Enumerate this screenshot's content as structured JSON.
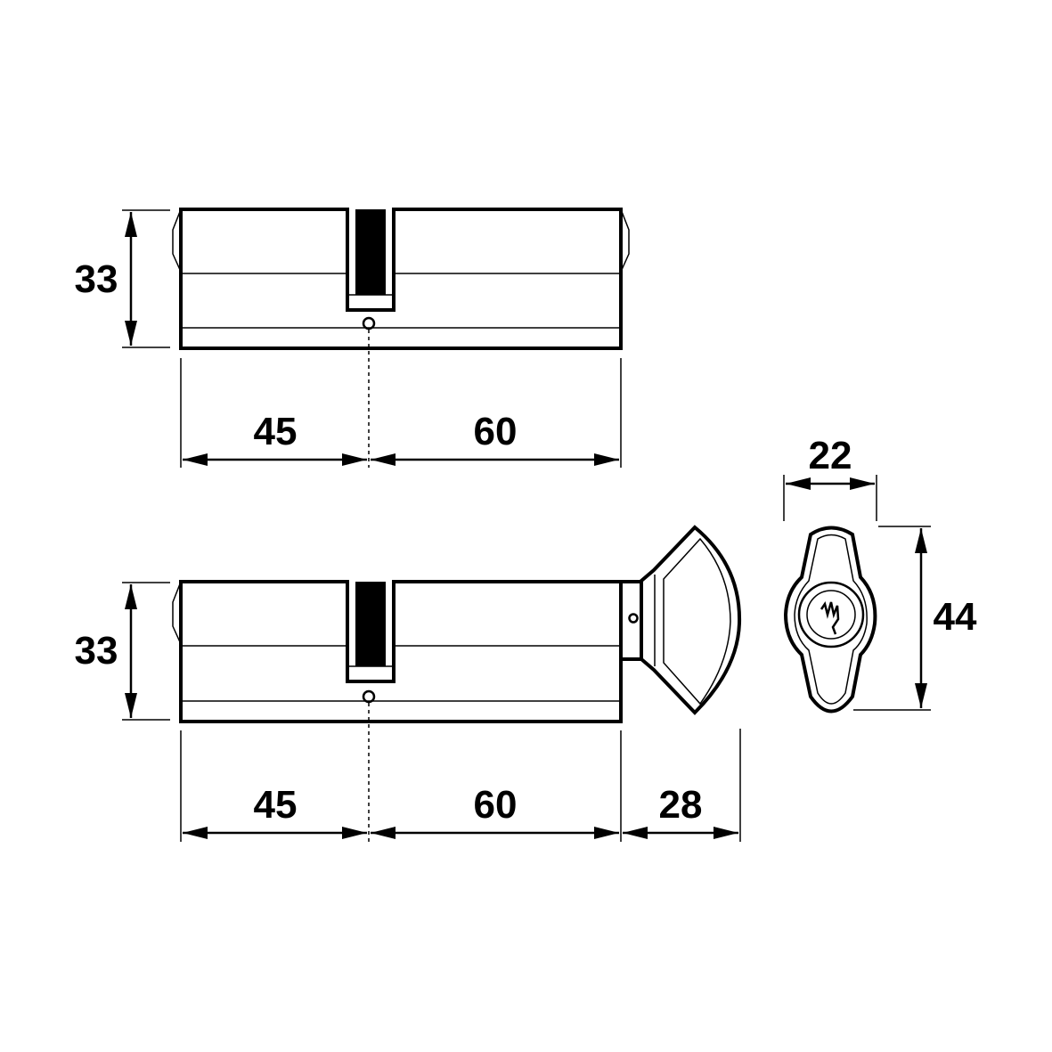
{
  "colors": {
    "line": "#000000",
    "background": "#ffffff"
  },
  "top_view": {
    "height_label": "33",
    "left_length_label": "45",
    "right_length_label": "60"
  },
  "bottom_view": {
    "height_label": "33",
    "left_length_label": "45",
    "right_length_label": "60",
    "knob_length_label": "28"
  },
  "end_view": {
    "width_label": "22",
    "height_label": "44"
  }
}
